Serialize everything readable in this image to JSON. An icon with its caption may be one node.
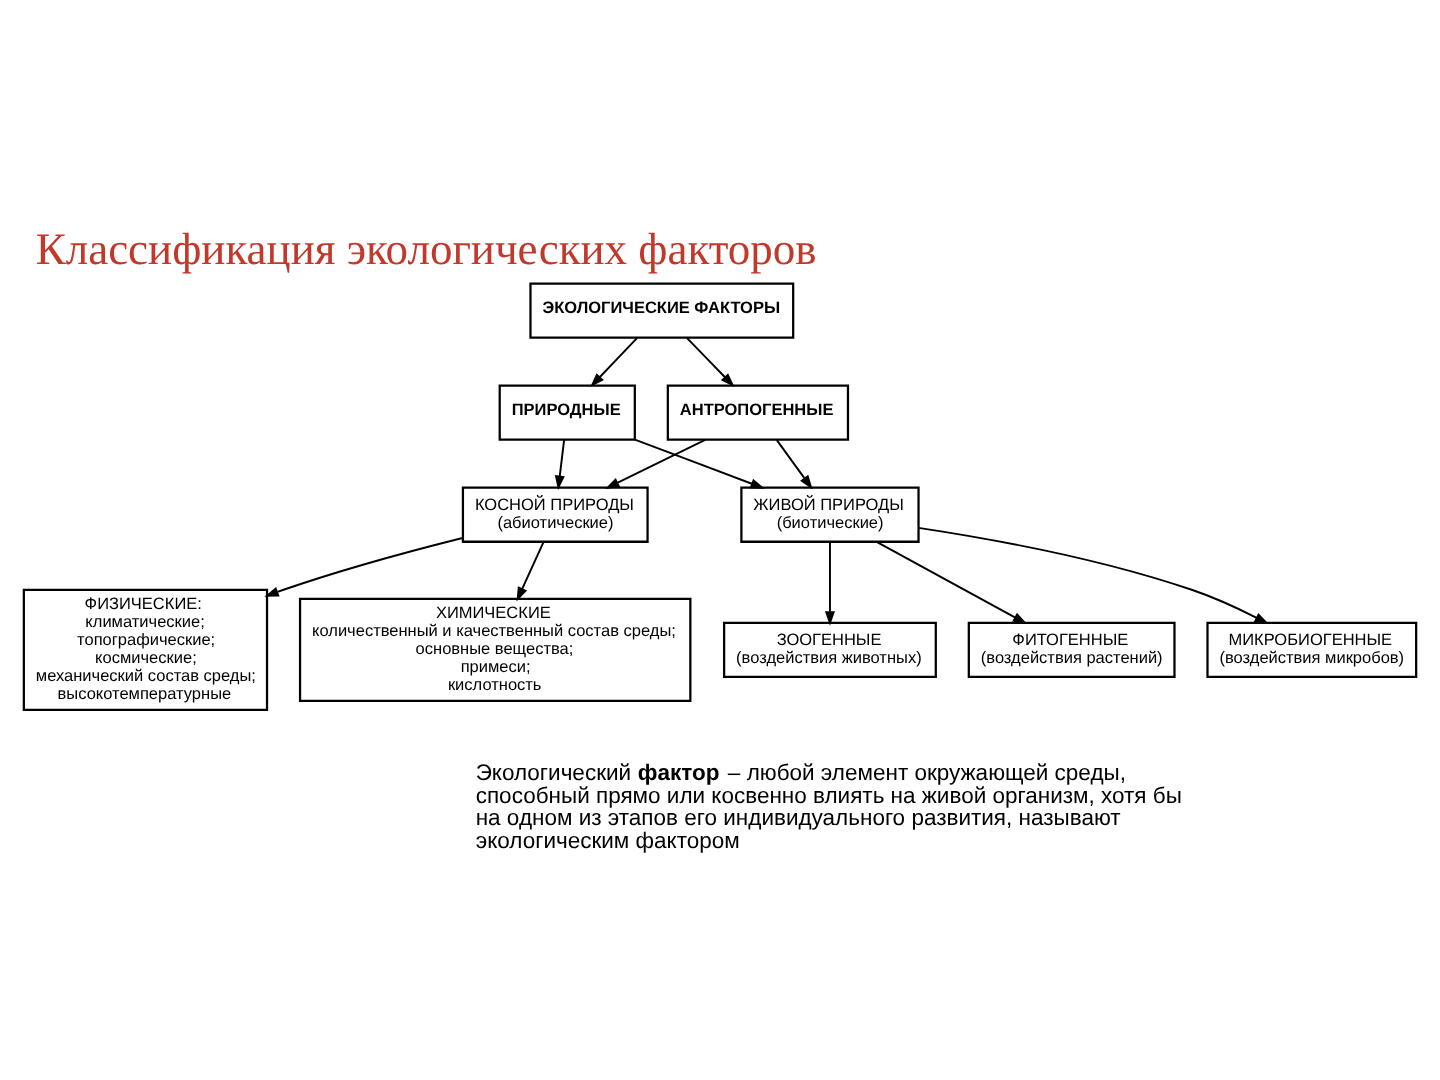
{
  "diagram": {
    "title": "Классификация экологических факторов",
    "nodes": [
      {
        "text": [
          "ЭКОЛОГИЧЕСКИЕ ФАКТОРЫ"
        ]
      },
      {
        "text": [
          "ПРИРОДНЫЕ"
        ]
      },
      {
        "text": [
          "АНТРОПОГЕННЫЕ"
        ]
      },
      {
        "text": [
          "КОСНОЙ ПРИРОДЫ",
          "(абиотические)"
        ]
      },
      {
        "text": [
          "ЖИВОЙ ПРИРОДЫ",
          "(биотические)"
        ]
      },
      {
        "text": [
          "ФИЗИЧЕСКИЕ:",
          "климатические;",
          "топографические;",
          "космические;",
          "механический состав среды;",
          "высокотемпературные"
        ]
      },
      {
        "text": [
          "ХИМИЧЕСКИЕ",
          "количественный и качественный состав среды;",
          "основные вещества;",
          "примеси;",
          "кислотность"
        ]
      },
      {
        "text": [
          "ЗООГЕННЫЕ",
          "(воздействия животных)"
        ]
      },
      {
        "text": [
          "ФИТОГЕННЫЕ",
          "(воздействия растений)"
        ]
      },
      {
        "text": [
          "МИКРОБИОГЕННЫЕ",
          "(воздействия микробов)"
        ]
      }
    ],
    "edges": [
      {
        "from": 0,
        "to": 1,
        "arrow": "to"
      },
      {
        "from": 0,
        "to": 2,
        "arrow": "to"
      },
      {
        "from": 1,
        "to": 3,
        "arrow": "to"
      },
      {
        "from": 1,
        "to": 4,
        "arrow": "to"
      },
      {
        "from": 2,
        "to": 3,
        "arrow": "to"
      },
      {
        "from": 2,
        "to": 4,
        "arrow": "to"
      },
      {
        "from": 3,
        "to": 5,
        "arrow": "to"
      },
      {
        "from": 3,
        "to": 6,
        "arrow": "to"
      },
      {
        "from": 4,
        "to": 7,
        "arrow": "to"
      },
      {
        "from": 4,
        "to": 8,
        "arrow": "to"
      },
      {
        "from": 4,
        "to": 9,
        "arrow": "to"
      }
    ],
    "labels": [
      "Экологический **фактор** – любой элемент окружающей среды, способный прямо или косвенно влиять на живой организм, хотя бы на одном из этапов его индивидуального развития, называют экологическим фактором"
    ]
  }
}
